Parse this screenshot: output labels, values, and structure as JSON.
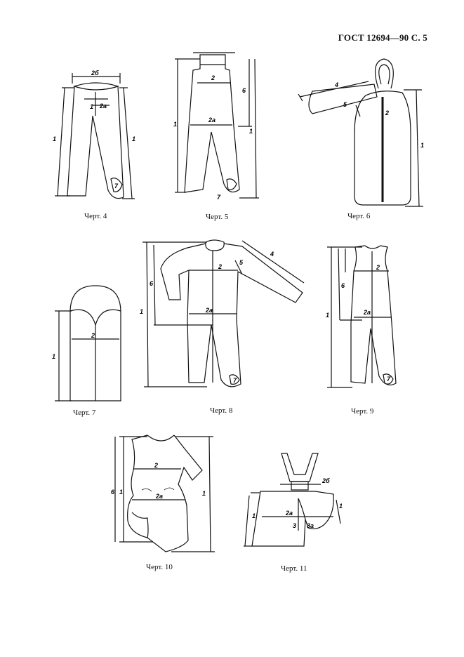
{
  "header": {
    "code": "ГОСТ 12694—90 С. 5"
  },
  "figures": [
    {
      "caption": "Черт. 4",
      "labels": {
        "a": "2б",
        "b": "1",
        "c": "2а",
        "d": "1",
        "e": "1",
        "f": "7"
      }
    },
    {
      "caption": "Черт. 5",
      "labels": {
        "a": "2",
        "b": "6",
        "c": "1",
        "d": "2а",
        "e": "1",
        "f": "7"
      }
    },
    {
      "caption": "Черт. 6",
      "labels": {
        "a": "4",
        "b": "5",
        "c": "2",
        "d": "1"
      }
    },
    {
      "caption": "Черт. 7",
      "labels": {
        "a": "2",
        "b": "1"
      }
    },
    {
      "caption": "Черт. 8",
      "labels": {
        "a": "4",
        "b": "5",
        "c": "2",
        "d": "6",
        "e": "2а",
        "f": "1",
        "g": "7"
      }
    },
    {
      "caption": "Черт. 9",
      "labels": {
        "a": "2",
        "b": "6",
        "c": "2а",
        "d": "1",
        "e": "7"
      }
    },
    {
      "caption": "Черт. 10",
      "labels": {
        "a": "2",
        "b": "6",
        "c": "1",
        "d": "2а",
        "e": "1"
      }
    },
    {
      "caption": "Черт. 11",
      "labels": {
        "a": "2б",
        "b": "1",
        "c": "1",
        "d": "2а",
        "e": "3",
        "f": "3а"
      }
    }
  ]
}
